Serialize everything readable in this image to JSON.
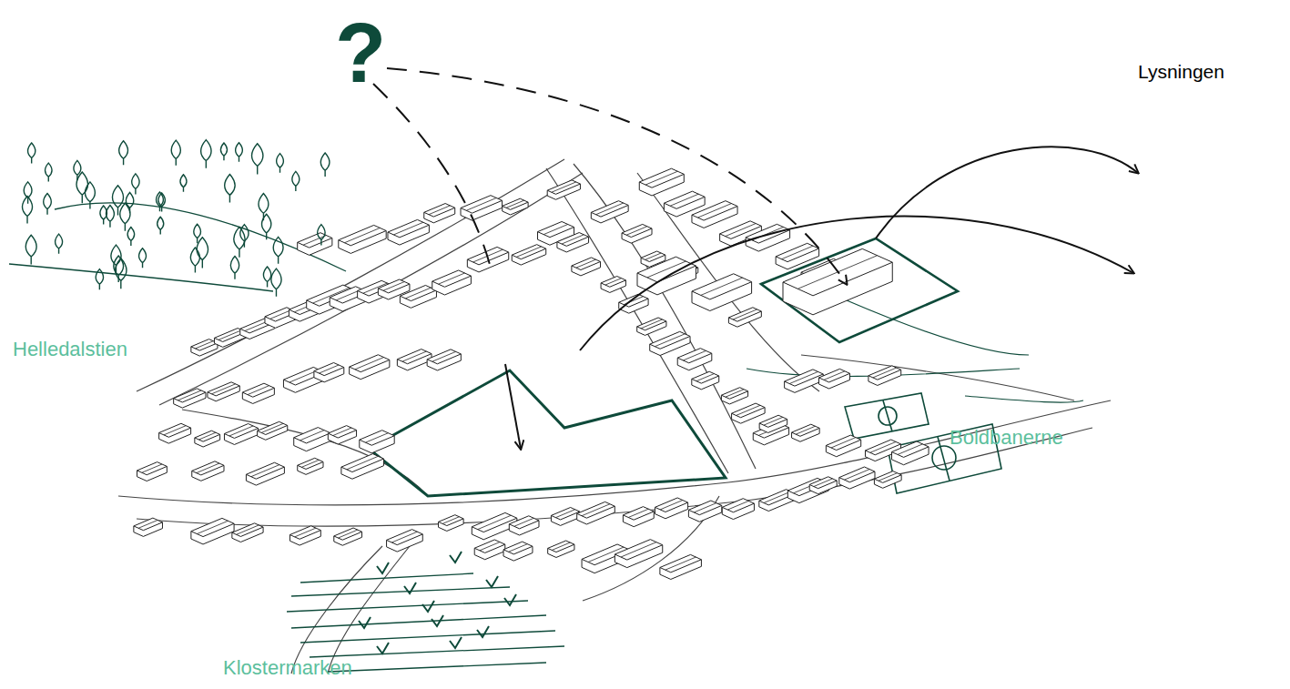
{
  "diagram": {
    "labels": [
      "?",
      "Lysningen",
      "Helledalstien",
      "Boldbanerne",
      "Klostermarken"
    ]
  }
}
